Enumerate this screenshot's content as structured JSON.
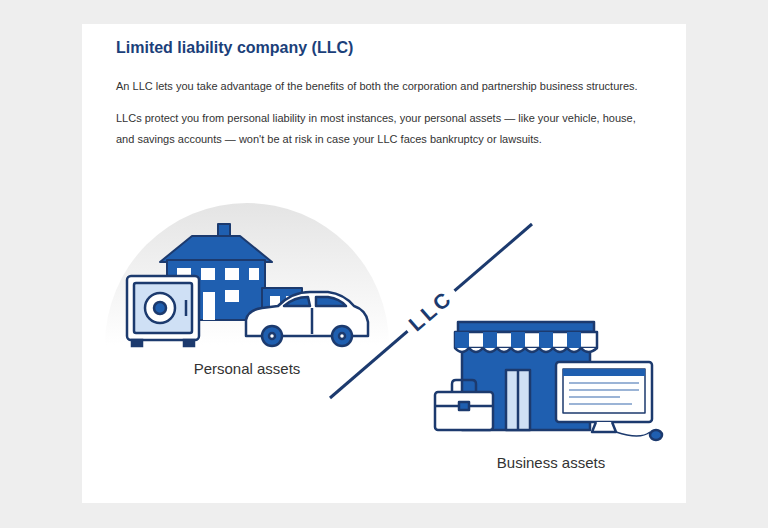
{
  "diagram": {
    "title": "Limited liability company (LLC)",
    "labels": [
      "An LLC lets you take advantage of the benefits of both the corporation and partnership business structures.",
      "LLCs protect you from personal liability in most instances, your personal assets — like your vehicle, house, and savings accounts — won't be at risk in case your LLC faces bankruptcy or lawsuits.",
      "Personal assets",
      "LLC",
      "Business assets"
    ]
  }
}
